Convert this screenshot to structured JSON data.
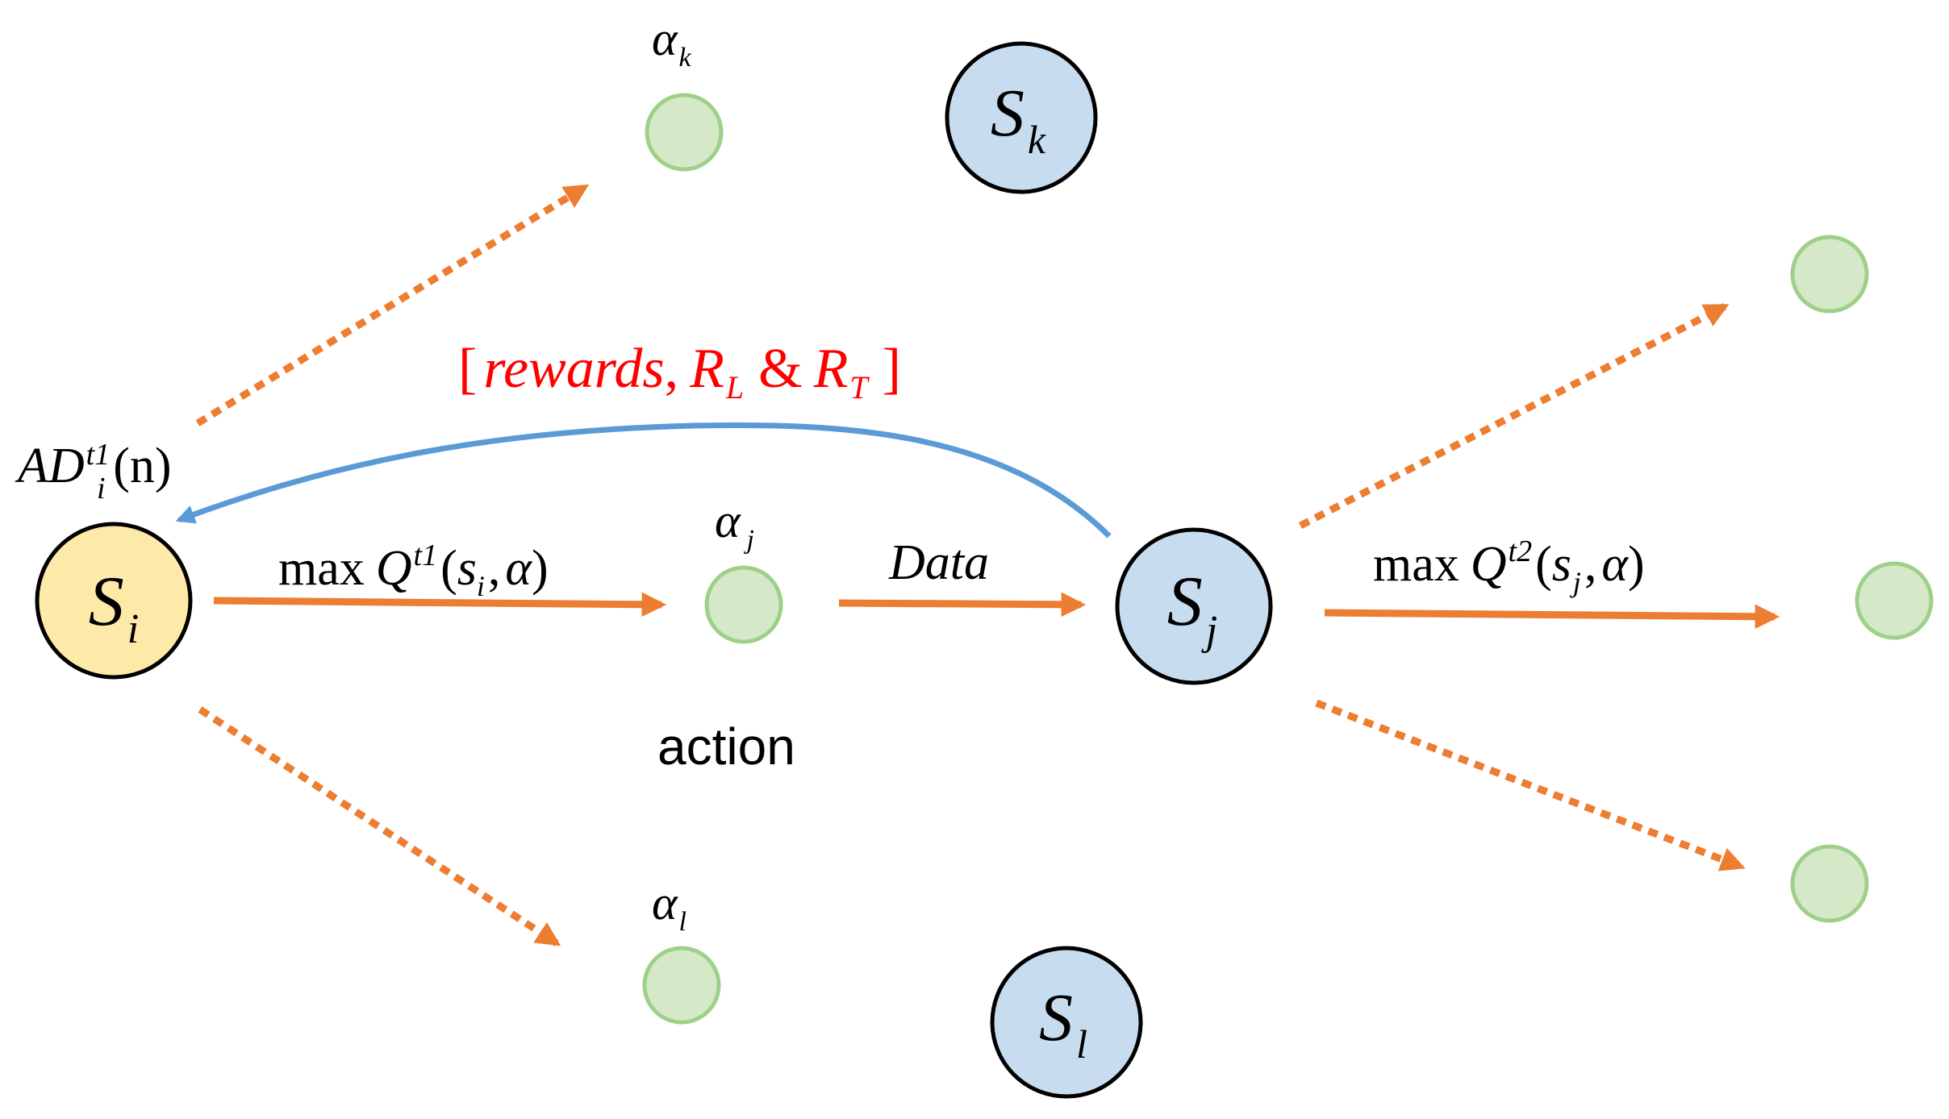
{
  "colors": {
    "source_node_fill": "#fde9a8",
    "state_node_fill": "#c8dcef",
    "action_node_fill": "#d5e9c8",
    "action_node_stroke": "#9fd08a",
    "node_stroke": "#000000",
    "arrow_orange": "#ed7d31",
    "arrow_blue": "#5b9bd5",
    "reward_text": "#ff0000"
  },
  "nodes": {
    "s_i": {
      "base": "S",
      "sub": "i"
    },
    "s_j": {
      "base": "S",
      "sub": "j"
    },
    "s_k": {
      "base": "S",
      "sub": "k"
    },
    "s_l": {
      "base": "S",
      "sub": "l"
    }
  },
  "actions": {
    "alpha_k": {
      "base": "α",
      "sub": "k"
    },
    "alpha_j": {
      "base": "α",
      "sub": "j"
    },
    "alpha_l": {
      "base": "α",
      "sub": "l"
    }
  },
  "labels": {
    "ad": {
      "base": "AD",
      "sup": "t1",
      "sub": "i",
      "arg": "(n)"
    },
    "q1": {
      "max": "max",
      "q": "Q",
      "sup": "t1",
      "open": "(",
      "s": "s",
      "s_sub": "i",
      "comma": ",",
      "alpha": "α",
      "close": ")"
    },
    "q2": {
      "max": "max",
      "q": "Q",
      "sup": "t2",
      "open": "(",
      "s": "s",
      "s_sub": "j",
      "comma": ",",
      "alpha": "α",
      "close": ")"
    },
    "data": "Data",
    "action": "action",
    "rewards": {
      "open": "[",
      "text": "rewards",
      "comma": ",",
      "rl": "R",
      "rl_sub": "L",
      "amp": "&",
      "rt": "R",
      "rt_sub": "T",
      "close": "]"
    }
  }
}
